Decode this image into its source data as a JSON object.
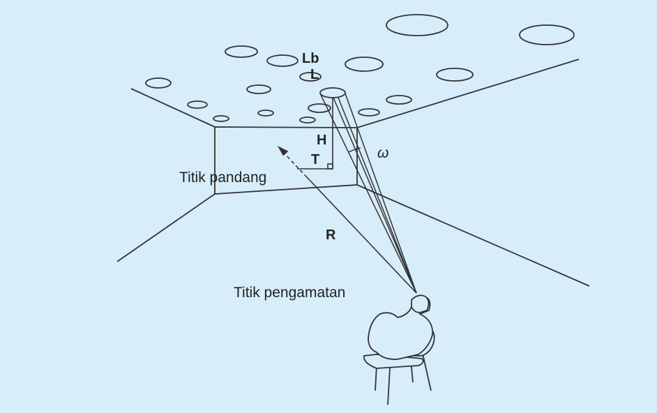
{
  "labels": {
    "luminance_background": "Lb",
    "luminance": "L",
    "height": "H",
    "target": "T",
    "solid_angle": "ω",
    "distance": "R",
    "view_point": "Titik pandang",
    "observation_point": "Titik pengamatan"
  },
  "colors": {
    "background": "#d7edf9",
    "line": "#333333"
  }
}
